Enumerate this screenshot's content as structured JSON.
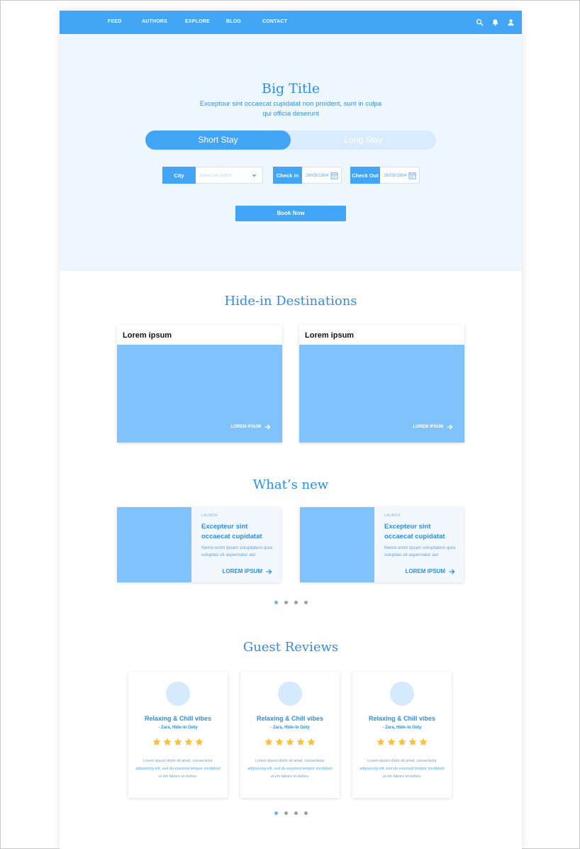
{
  "nav": {
    "links": [
      "FEED",
      "AUTHORS",
      "EXPLORE",
      "BLOG",
      "CONTACT"
    ],
    "icons": [
      "search-icon",
      "bell-icon",
      "user-icon"
    ]
  },
  "colors": {
    "primary": "#42a5f5",
    "hero_bg": "#eef6fe",
    "card_image": "#80c2fc",
    "heading": "#2d8ef0",
    "star": "#f5c242"
  },
  "hero": {
    "title": "Big Title",
    "subtitle": "Exceptour sint occaecat cupidatat non proident, sunt in culpa qui officia deserunt",
    "toggle": {
      "active": "Short Stay",
      "inactive": "Long Stay"
    },
    "city": {
      "label": "City",
      "placeholder": "Select an option"
    },
    "check_in": {
      "label": "Check In",
      "value": "26/05/1984"
    },
    "check_out": {
      "label": "Check Out",
      "value": "26/05/1984"
    },
    "book_button": "Book Now"
  },
  "destinations": {
    "title": "Hide-in Destinations",
    "cards": [
      {
        "title": "Lorem ipsum",
        "link": "LOREM IPSUM"
      },
      {
        "title": "Lorem ipsum",
        "link": "LOREM IPSUM"
      }
    ]
  },
  "whats_new": {
    "title": "What’s new",
    "cards": [
      {
        "tag": "LAUNCH",
        "title": "Excepteur sint occaecat cupidatat",
        "text": "Nemo enim ipsam voluptatem quia voluptas sit aspernatur aut",
        "link": "LOREM IPSUM"
      },
      {
        "tag": "LAUNCH",
        "title": "Excepteur sint occaecat cupidatat",
        "text": "Nemo enim ipsam voluptatem quia voluptas sit aspernatur aut",
        "link": "LOREM IPSUM"
      }
    ],
    "dots": 4,
    "active_dot": 0
  },
  "reviews": {
    "title": "Guest Reviews",
    "cards": [
      {
        "title": "Relaxing & Chill vibes",
        "author": "- Zara, Hide-in Ooty",
        "stars": 5,
        "text": "Lorem ipsum dolor sit amet, consectetur adipisicing elit, sed do eiusmod tempor incididunt ut em labore et dolore."
      },
      {
        "title": "Relaxing & Chill vibes",
        "author": "- Zara, Hide-in Ooty",
        "stars": 5,
        "text": "Lorem ipsum dolor sit amet, consectetur adipisicing elit, sed do eiusmod tempor incididunt ut em labore et dolore."
      },
      {
        "title": "Relaxing & Chill vibes",
        "author": "- Zara, Hide-in Ooty",
        "stars": 5,
        "text": "Lorem ipsum dolor sit amet, consectetur adipisicing elit, sed do eiusmod tempor incididunt ut em labore et dolore."
      }
    ],
    "dots": 4,
    "active_dot": 0
  }
}
